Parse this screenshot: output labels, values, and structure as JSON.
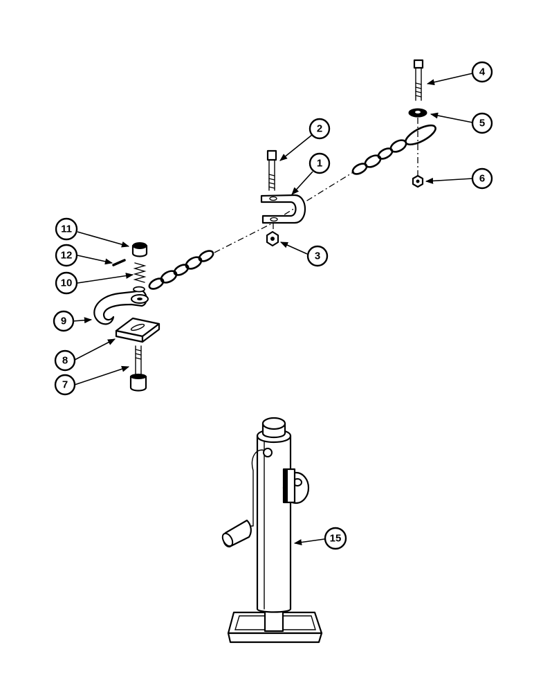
{
  "callouts": [
    {
      "key": "c1",
      "label": "1"
    },
    {
      "key": "c2",
      "label": "2"
    },
    {
      "key": "c3",
      "label": "3"
    },
    {
      "key": "c4",
      "label": "4"
    },
    {
      "key": "c5",
      "label": "5"
    },
    {
      "key": "c6",
      "label": "6"
    },
    {
      "key": "c7",
      "label": "7"
    },
    {
      "key": "c8",
      "label": "8"
    },
    {
      "key": "c9",
      "label": "9"
    },
    {
      "key": "c10",
      "label": "10"
    },
    {
      "key": "c11",
      "label": "11"
    },
    {
      "key": "c12",
      "label": "12"
    },
    {
      "key": "c15",
      "label": "15"
    }
  ]
}
